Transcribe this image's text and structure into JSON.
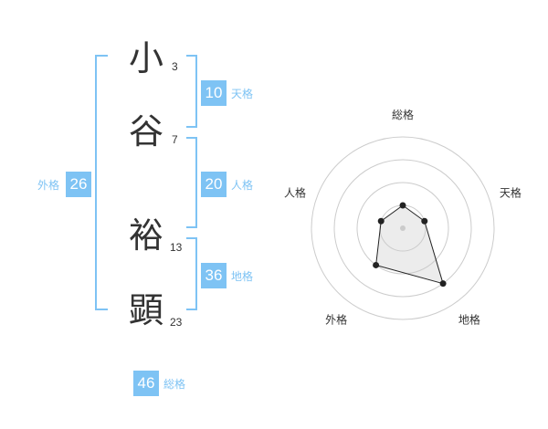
{
  "name_chars": [
    {
      "char": "小",
      "strokes": "3"
    },
    {
      "char": "谷",
      "strokes": "7"
    },
    {
      "char": "裕",
      "strokes": "13"
    },
    {
      "char": "顕",
      "strokes": "23"
    }
  ],
  "fortunes": {
    "tenkaku": {
      "value": "10",
      "label": "天格"
    },
    "jinkaku": {
      "value": "20",
      "label": "人格"
    },
    "chikaku": {
      "value": "36",
      "label": "地格"
    },
    "gaikaku": {
      "value": "26",
      "label": "外格"
    },
    "soukaku": {
      "value": "46",
      "label": "総格"
    }
  },
  "colors": {
    "accent": "#7ec3f4",
    "text": "#333333",
    "grid": "#cccccc",
    "polygon": "#222222"
  },
  "chart_data": {
    "type": "radar",
    "axes": [
      "総格",
      "天格",
      "地格",
      "外格",
      "人格"
    ],
    "levels": 4,
    "max": 4,
    "values": [
      1,
      1,
      3,
      2,
      1
    ],
    "grid": true
  }
}
